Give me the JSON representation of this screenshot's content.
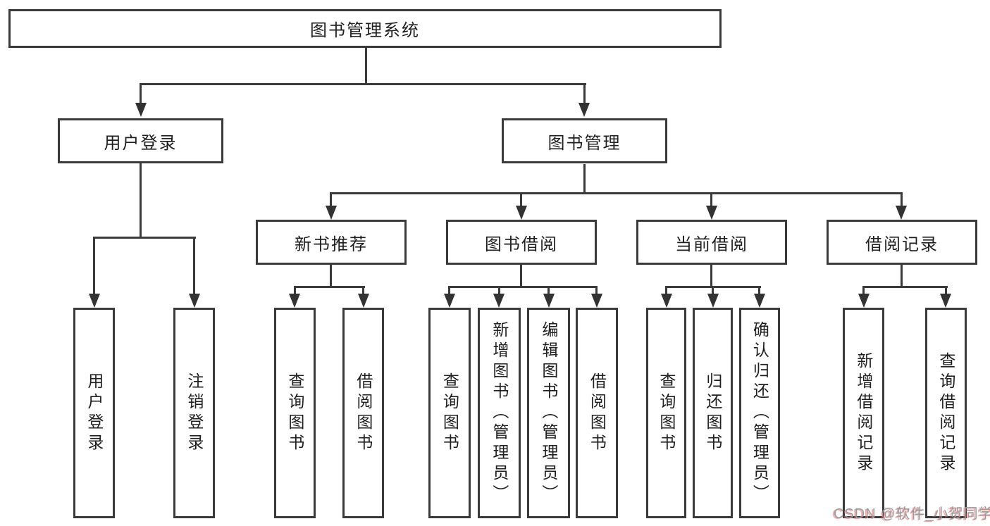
{
  "tree": {
    "root": "图书管理系统",
    "branches": [
      {
        "label": "用户登录",
        "children": [
          "用户登录",
          "注销登录"
        ]
      },
      {
        "label": "图书管理",
        "sub": [
          {
            "label": "新书推荐",
            "children": [
              "查询图书",
              "借阅图书"
            ]
          },
          {
            "label": "图书借阅",
            "children": [
              "查询图书",
              "新增图书（管理员）",
              "编辑图书（管理员）",
              "借阅图书"
            ]
          },
          {
            "label": "当前借阅",
            "children": [
              "查询图书",
              "归还图书",
              "确认归还（管理员）"
            ]
          },
          {
            "label": "借阅记录",
            "children": [
              "新增借阅记录",
              "查询借阅记录"
            ]
          }
        ]
      }
    ]
  },
  "watermark": "CSDN @软件_小贺同学",
  "colors": {
    "line": "#3a3a3a",
    "text": "#1f1f1f",
    "background": "#ffffff",
    "watermark_gray": "#9b9b9b",
    "watermark_red": "#e96464"
  }
}
